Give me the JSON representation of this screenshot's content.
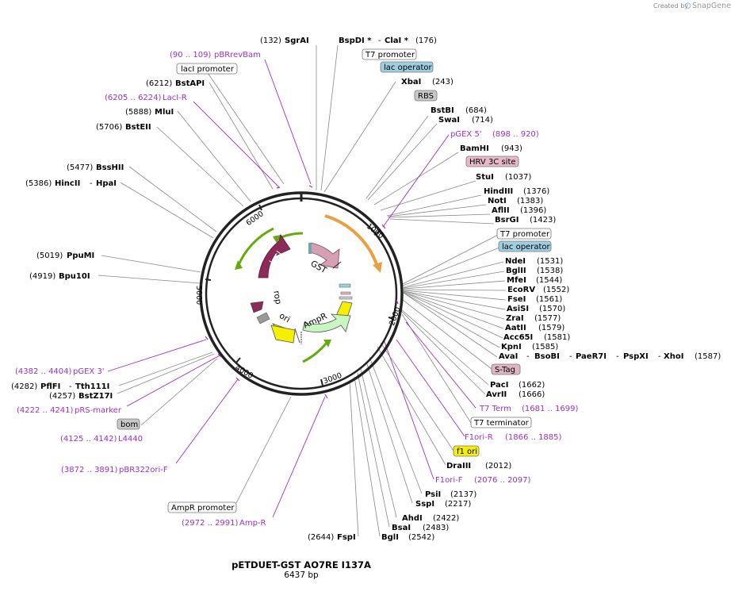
{
  "header": {
    "credit": "Created by",
    "brand": "SnapGene"
  },
  "map": {
    "name": "pETDUET-GST AO7RE I137A",
    "length": "6437 bp"
  },
  "ticks": [
    "1000",
    "2000",
    "3000",
    "4000",
    "5000",
    "6000"
  ],
  "inner_features": [
    "lacI",
    "GST",
    "AmpR",
    "ori",
    "rop"
  ],
  "labels": {
    "sgrai": "SgrAI",
    "sgrai_pos": "(132)",
    "bspdi": "BspDI *",
    "sep1": "-",
    "clai": "ClaI *",
    "bspdi_pos": "(176)",
    "t7prom1": "T7 promoter",
    "lacop1": "lac operator",
    "xbai": "XbaI",
    "xbai_pos": "(243)",
    "rbs": "RBS",
    "bstbi": "BstBI",
    "bstbi_pos": "(684)",
    "swai": "SwaI",
    "swai_pos": "(714)",
    "pgex5": "pGEX 5'",
    "pgex5_pos": "(898 .. 920)",
    "bamhi": "BamHI",
    "bamhi_pos": "(943)",
    "hrv": "HRV 3C site",
    "stui": "StuI",
    "stui_pos": "(1037)",
    "hindiii": "HindIII",
    "hindiii_pos": "(1376)",
    "noti": "NotI",
    "noti_pos": "(1383)",
    "aflii": "AflII",
    "aflii_pos": "(1396)",
    "bsrgi": "BsrGI",
    "bsrgi_pos": "(1423)",
    "t7prom2": "T7 promoter",
    "lacop2": "lac operator",
    "ndei": "NdeI",
    "ndei_pos": "(1531)",
    "bglii": "BglII",
    "bglii_pos": "(1538)",
    "mfei": "MfeI",
    "mfei_pos": "(1544)",
    "ecorv": "EcoRV",
    "ecorv_pos": "(1552)",
    "fsei": "FseI",
    "fsei_pos": "(1561)",
    "asisi": "AsiSI",
    "asisi_pos": "(1570)",
    "zrai": "ZraI",
    "zrai_pos": "(1577)",
    "aatii": "AatII",
    "aatii_pos": "(1579)",
    "acc65i": "Acc65I",
    "acc65i_pos": "(1581)",
    "kpni": "KpnI",
    "kpni_pos": "(1585)",
    "avai": "AvaI",
    "sep2": "-",
    "bsobi": "BsoBI",
    "sep3": "-",
    "paer7i": "PaeR7I",
    "sep4": "-",
    "pspxi": "PspXI",
    "sep5": "-",
    "xhoi": "XhoI",
    "avai_pos": "(1587)",
    "stag": "S-Tag",
    "paci": "PacI",
    "paci_pos": "(1662)",
    "avrii": "AvrII",
    "avrii_pos": "(1666)",
    "t7term": "T7 Term",
    "t7term_pos": "(1681 .. 1699)",
    "t7terminator": "T7 terminator",
    "f1orir": "F1ori-R",
    "f1orir_pos": "(1866 .. 1885)",
    "f1ori": "f1 ori",
    "draiii": "DraIII",
    "draiii_pos": "(2012)",
    "f1orif": "F1ori-F",
    "f1orif_pos": "(2076 .. 2097)",
    "psii": "PsiI",
    "psii_pos": "(2137)",
    "sspi": "SspI",
    "sspi_pos": "(2217)",
    "ahdi": "AhdI",
    "ahdi_pos": "(2422)",
    "bsai": "BsaI",
    "bsai_pos": "(2483)",
    "bgli": "BglI",
    "bgli_pos": "(2542)",
    "fspi": "FspI",
    "fspi_pos": "(2644)",
    "ampr_r": "Amp-R",
    "ampr_r_pos": "(2972 .. 2991)",
    "amprprom": "AmpR promoter",
    "pbr322": "pBR322ori-F",
    "pbr322_pos": "(3872 .. 3891)",
    "l4440": "L4440",
    "l4440_pos": "(4125 .. 4142)",
    "bom": "bom",
    "prs": "pRS-marker",
    "prs_pos": "(4222 .. 4241)",
    "bstz17i": "BstZ17I",
    "bstz17i_pos": "(4257)",
    "pflfi": "PflFI",
    "sep6": "-",
    "tth111i": "Tth111I",
    "pflfi_pos": "(4282)",
    "pgex3": "pGEX 3'",
    "pgex3_pos": "(4382 .. 4404)",
    "bpu10i": "Bpu10I",
    "bpu10i_pos": "(4919)",
    "ppumi": "PpuMI",
    "ppumi_pos": "(5019)",
    "hincii": "HincII",
    "sep7": "-",
    "hpai": "HpaI",
    "hincii_pos": "(5386)",
    "bsshii": "BssHII",
    "bsshii_pos": "(5477)",
    "bsteii": "BstEII",
    "bsteii_pos": "(5706)",
    "mlui": "MluI",
    "mlui_pos": "(5888)",
    "laci_r": "LacI-R",
    "laci_r_pos": "(6205 .. 6224)",
    "bstapi": "BstAPI",
    "bstapi_pos": "(6212)",
    "laciprom": "lacI promoter",
    "pbrrev": "pBRrevBam",
    "pbrrev_pos": "(90 .. 109)"
  },
  "colors": {
    "primer": "#9b30c8",
    "laci": "#8e2a5a",
    "gst": "#d6a0b4",
    "ampr": "#c8f5c0",
    "ori": "#f5f000",
    "rop": "#8e2a5a",
    "lac_operator": "#9ecfe0",
    "rbs": "#c8c8c8",
    "hrv": "#e6b8c8",
    "stag": "#e0b4c4",
    "f1ori": "#f5f000",
    "promoter_arrow": "#66aa11",
    "orange_arrow": "#e8a040"
  }
}
